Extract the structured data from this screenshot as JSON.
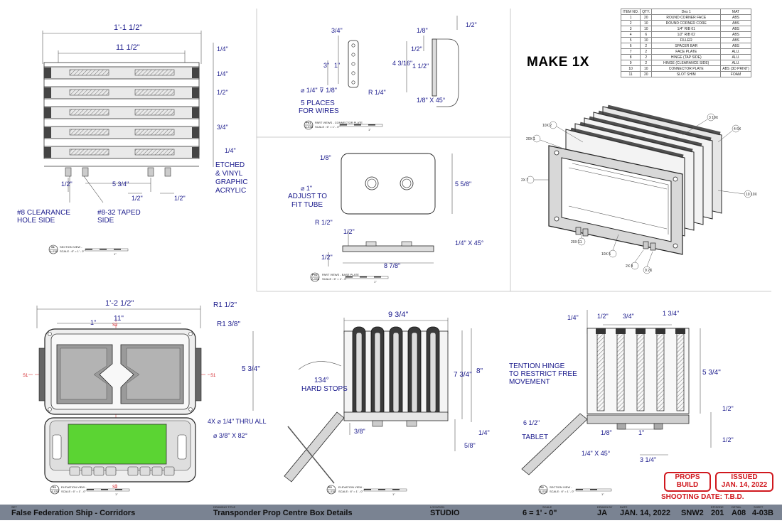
{
  "make_label": "MAKE 1X",
  "bom": {
    "headers": [
      "ITEM NO.",
      "QTY.",
      "Des 1",
      "MAT"
    ],
    "rows": [
      [
        "1",
        "20",
        "ROUND CORNER FACE",
        "ABS"
      ],
      [
        "2",
        "10",
        "ROUND CORNER CORE",
        "ABS"
      ],
      [
        "3",
        "10",
        "1/4\" RIB 01",
        "ABS"
      ],
      [
        "4",
        "6",
        "1/2\" RIB 02",
        "ABS"
      ],
      [
        "5",
        "10",
        "FILLER",
        "ABS"
      ],
      [
        "6",
        "2",
        "SPACER BAR",
        "ABS"
      ],
      [
        "7",
        "2",
        "FACE PLATE",
        "ALU."
      ],
      [
        "8",
        "2",
        "HINGE (TAP SIDE)",
        "ALU."
      ],
      [
        "9",
        "2",
        "HINGE (CLEARANCE SIDE)",
        "ALU."
      ],
      [
        "10",
        "10",
        "CONNECTOR PLATE",
        "ABS (3D PRINT)"
      ],
      [
        "11",
        "20",
        "SLOT SHIM",
        "FOAM"
      ]
    ]
  },
  "s1": {
    "dim_top": "1'-1 1/2\"",
    "dim_second": "11 1/2\"",
    "dims_right": [
      "1/4\"",
      "1/4\"",
      "1/2\"",
      "3/4\"",
      "1/4\""
    ],
    "etched_note": [
      "ETCHED",
      "& VINYL",
      "GRAPHIC",
      "ACRYLIC"
    ],
    "dim_bottom_left": "1/2\"",
    "dim_bottom_mid": "5 3/4\"",
    "dim_bottom_right1": "1/2\"",
    "dim_bottom_right2": "1/2\"",
    "note_clearance": [
      "#8 CLEARANCE",
      "HOLE SIDE"
    ],
    "note_taped": [
      "#8-32 TAPED",
      "SIDE"
    ],
    "caption_tag": "S1",
    "caption_ref": "A-03B",
    "caption_title": "SECTION VIEW -",
    "caption_scale": "SCALE : 6\" = 1' - 0\"",
    "scale_unit": "1\""
  },
  "pv1": {
    "dim_a": "3/4\"",
    "dim_b": "3\"",
    "dim_c": "1\"",
    "dim_d": "1/8\"",
    "dim_e": "1/2\"",
    "dim_f": "1/2\"",
    "dim_g": "4 3/16\"",
    "dim_h": "1 1/2\"",
    "dim_i": "1/8\" X 45°",
    "dim_j": "R 1/4\"",
    "dim_k": "⌀ 1/4\" ⊽ 1/8\"",
    "note": [
      "5 PLACES",
      "FOR WIRES"
    ],
    "caption_tag": "PV1",
    "caption_ref": "A-03B",
    "caption_title": "PART VIEWS - CONNECTOR PLATE",
    "caption_scale": "SCALE : 6\" = 1' - 0\"",
    "scale_unit": "1\""
  },
  "pv2": {
    "dim_top": "1/8\"",
    "dim_hole": "⌀ 1\"",
    "note": [
      "ADJUST TO",
      "FIT TUBE"
    ],
    "dim_radius": "R 1/2\"",
    "dim_height": "5 5/8\"",
    "dim_thick1": "1/2\"",
    "dim_thick2": "1/2\"",
    "dim_chamfer": "1/4\" X 45°",
    "dim_width": "8 7/8\"",
    "caption_tag": "PV2",
    "caption_ref": "A-03B",
    "caption_title": "PART VIEWS - BASE PLATE",
    "caption_scale": "SCALE : 6\" = 1' - 0\"",
    "scale_unit": "1\""
  },
  "iso": {
    "callouts": [
      "10X 2",
      "20X 1",
      "2X 7",
      "3 10X",
      "4 6X",
      "10 10X",
      "20X 11",
      "10X 5",
      "2X 8",
      "9 2X"
    ]
  },
  "e1": {
    "dim_top": "1'-2 1/2\"",
    "dim_second": "11\"",
    "dim_inner": "1\"",
    "dim_r1": "R1 1/2\"",
    "dim_r2": "R1 3/8\"",
    "dim_h": "5 3/4\"",
    "dim_thru": "4X ⌀ 1/4\" THRU ALL",
    "dim_csk": "⌀ 3/8\" X 82°",
    "mark_s2_top": "S2",
    "mark_s2_bottom": "S2",
    "mark_s1_left": "S1",
    "mark_s1_right": "S1",
    "screen_color": "#5bd433",
    "caption_tag": "E1",
    "caption_ref": "A-03B",
    "caption_title": "ELEVATION VIEW -",
    "caption_scale": "SCALE : 6\" = 1' - 0\"",
    "scale_unit": "1\""
  },
  "e2": {
    "dim_top": "9 3/4\"",
    "dim_h1": "7 3/4\"",
    "dim_h2": "8\"",
    "hard_stops": [
      "134°",
      "HARD STOPS"
    ],
    "dim_b1": "3/8\"",
    "dim_b2": "1/4\"",
    "dim_b3": "5/8\"",
    "caption_tag": "E2",
    "caption_ref": "A-03B",
    "caption_title": "ELEVATION VIEW -",
    "caption_scale": "SCALE : 6\" = 1' - 0\"",
    "scale_unit": "1\""
  },
  "s2": {
    "dim_a": "1/4\"",
    "dim_b": "1/2\"",
    "dim_c": "3/4\"",
    "dim_d": "1 3/4\"",
    "hinge_note": [
      "TENTION HINGE",
      "TO RESTRICT FREE",
      "MOVEMENT"
    ],
    "dim_h": "5 3/4\"",
    "tablet": [
      "6 1/2\"",
      "TABLET"
    ],
    "dim_e": "1/8\"",
    "dim_f": "1\"",
    "dim_g": "1/2\"",
    "dim_h2": "1/2\"",
    "dim_chamfer": "1/4\" X 45°",
    "dim_i": "3 1/4\"",
    "caption_tag": "S2",
    "caption_ref": "A-03B",
    "caption_title": "SECTION VIEW -",
    "caption_scale": "SCALE : 6\" = 1' - 0\"",
    "scale_unit": "1\""
  },
  "stamps": {
    "props_build": [
      "PROPS",
      "BUILD"
    ],
    "issued": [
      "ISSUED",
      "JAN. 14, 2022"
    ],
    "shooting": "SHOOTING DATE: T.B.D."
  },
  "title_block": {
    "set_cap": "SET",
    "set": "False Federation Ship - Corridors",
    "drawing_cap": "DRAWING TITLE",
    "drawing": "Transponder Prop Centre Box Details",
    "location_cap": "LOCATION",
    "location": "STUDIO",
    "scale_cap": "SCALE",
    "scale": "6 = 1' - 0\"",
    "drawnby_cap": "DRAWN BY",
    "drawnby": "JA",
    "date_cap": "DATE",
    "date": "JAN. 14, 2022",
    "code": "SNW2",
    "episode_cap": "EPISODE",
    "episode": "201",
    "detail_cap": "DETAIL",
    "detail": "A08",
    "sheet_cap": "SHEET",
    "sheet": "4-03B"
  }
}
